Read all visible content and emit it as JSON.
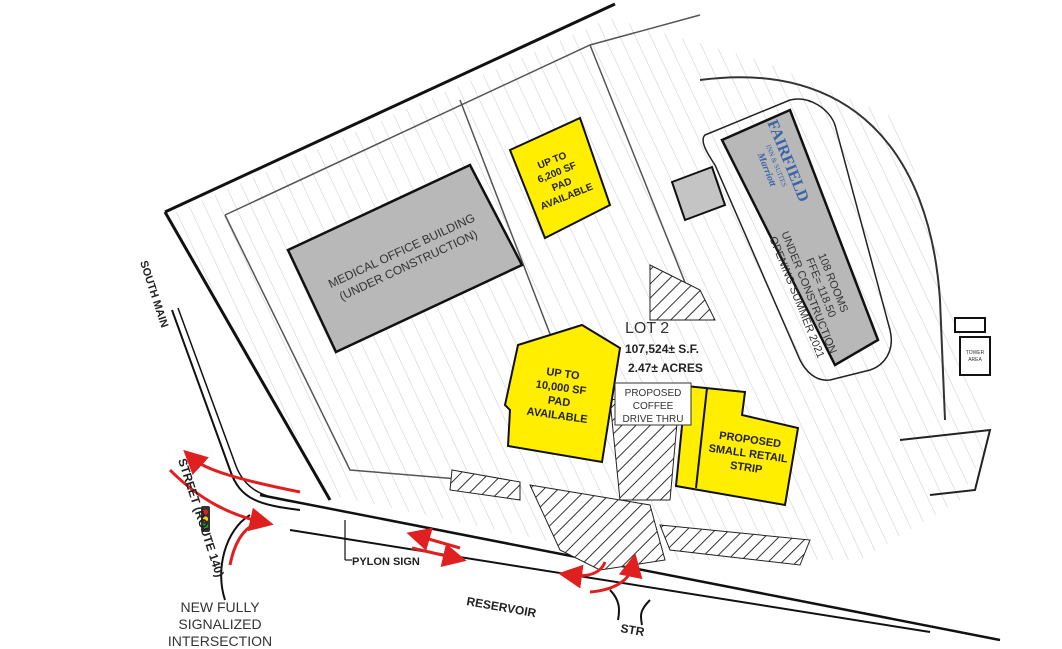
{
  "colors": {
    "pad": "#ffee00",
    "building": "#b8b8b8",
    "arrow": "#e02020",
    "brand": "#3a64a8",
    "lines": "#111111"
  },
  "buildings": {
    "medical": {
      "line1": "MEDICAL OFFICE BUILDING",
      "line2": "(UNDER CONSTRUCTION)"
    },
    "hotel": {
      "brand1": "FAIRFIELD",
      "brand2": "INN & SUITES",
      "brand3": "Marriott",
      "line1": "108 ROOMS",
      "line2": "FFE= 118.50",
      "line3": "UNDER CONSTRUCTION",
      "line4": "OPENING SUMMER 2021"
    }
  },
  "pads": {
    "small": {
      "line1": "UP TO",
      "line2": "6,200 SF",
      "line3": "PAD",
      "line4": "AVAILABLE"
    },
    "large": {
      "line1": "UP TO",
      "line2": "10,000 SF",
      "line3": "PAD",
      "line4": "AVAILABLE"
    },
    "retail": {
      "line1": "PROPOSED",
      "line2": "SMALL RETAIL",
      "line3": "STRIP"
    }
  },
  "lot": {
    "name": "LOT 2",
    "area_sf": "107,524± S.F.",
    "area_acres": "2.47± ACRES"
  },
  "coffee": {
    "line1": "PROPOSED",
    "line2": "COFFEE",
    "line3": "DRIVE THRU"
  },
  "streets": {
    "south_main": "SOUTH MAIN",
    "south_main_2": "STREET (ROUTE 140)",
    "reservoir": "RESERVOIR",
    "reservoir_2": "STR"
  },
  "pylon": "PYLON SIGN",
  "tower": {
    "line1": "TOWER",
    "line2": "AREA"
  },
  "intersection": {
    "line1": "NEW FULLY",
    "line2": "SIGNALIZED",
    "line3": "INTERSECTION"
  }
}
